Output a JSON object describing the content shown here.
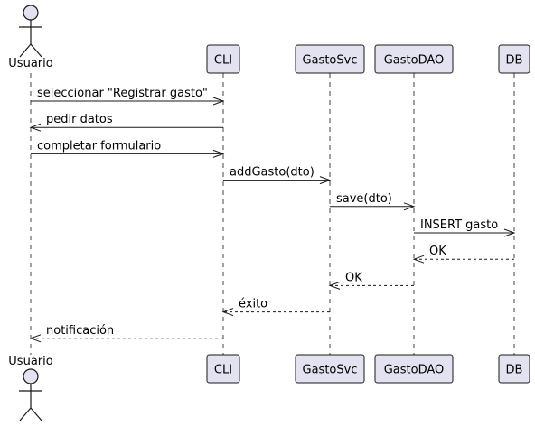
{
  "participants": [
    {
      "id": "usuario",
      "label": "Usuario",
      "kind": "actor"
    },
    {
      "id": "cli",
      "label": "CLI",
      "kind": "participant"
    },
    {
      "id": "gastosvc",
      "label": "GastoSvc",
      "kind": "participant"
    },
    {
      "id": "gastodao",
      "label": "GastoDAO",
      "kind": "participant"
    },
    {
      "id": "db",
      "label": "DB",
      "kind": "participant"
    }
  ],
  "messages": [
    {
      "from": "usuario",
      "to": "cli",
      "label": "seleccionar \"Registrar gasto\"",
      "style": "sync"
    },
    {
      "from": "cli",
      "to": "usuario",
      "label": "pedir datos",
      "style": "sync"
    },
    {
      "from": "usuario",
      "to": "cli",
      "label": "completar formulario",
      "style": "sync"
    },
    {
      "from": "cli",
      "to": "gastosvc",
      "label": "addGasto(dto)",
      "style": "sync"
    },
    {
      "from": "gastosvc",
      "to": "gastodao",
      "label": "save(dto)",
      "style": "sync"
    },
    {
      "from": "gastodao",
      "to": "db",
      "label": "INSERT gasto",
      "style": "sync"
    },
    {
      "from": "db",
      "to": "gastodao",
      "label": "OK",
      "style": "reply"
    },
    {
      "from": "gastodao",
      "to": "gastosvc",
      "label": "OK",
      "style": "reply"
    },
    {
      "from": "gastosvc",
      "to": "cli",
      "label": "éxito",
      "style": "reply"
    },
    {
      "from": "cli",
      "to": "usuario",
      "label": "notificación",
      "style": "reply"
    }
  ],
  "colors": {
    "participant_fill": "#E2E2F0",
    "stroke": "#181818"
  }
}
